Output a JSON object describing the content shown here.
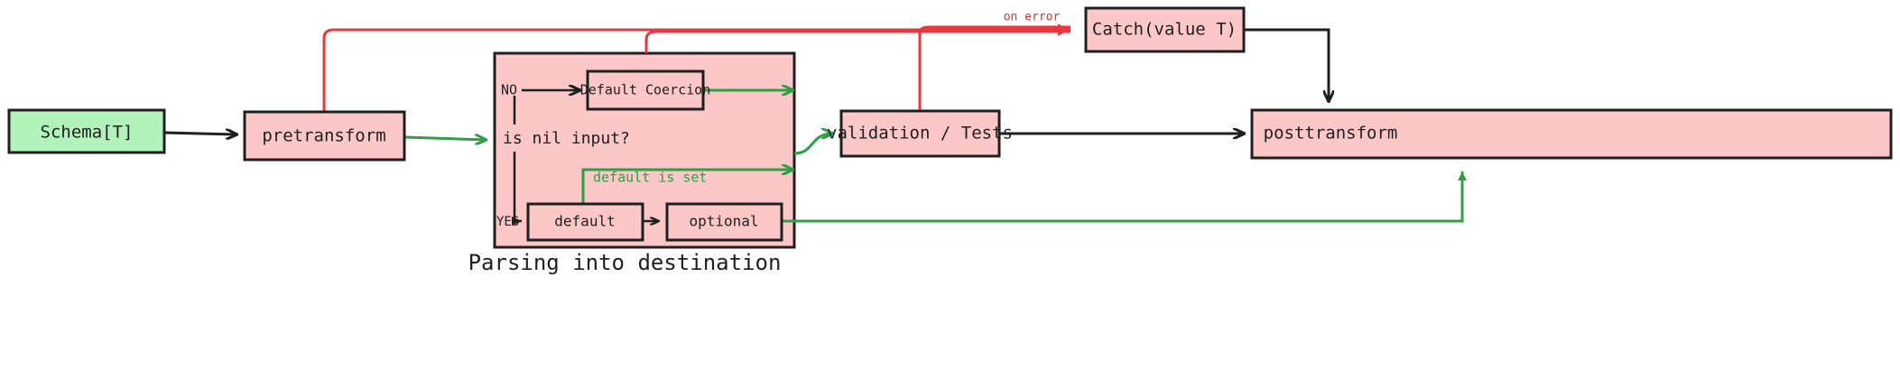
{
  "diagram": {
    "title": "Schema parsing pipeline flowchart",
    "caption": "Parsing into destination",
    "colors": {
      "green_fill": "#b2f2bb",
      "pink_fill": "#fbc7c7",
      "stroke": "#1f1f1f",
      "green_edge": "#2f9e44",
      "red_edge": "#e8383d"
    },
    "nodes": [
      {
        "id": "schema",
        "label": "Schema[T]",
        "fill": "green_fill"
      },
      {
        "id": "pretransform",
        "label": "pretransform",
        "fill": "pink_fill"
      },
      {
        "id": "decision",
        "label": "is nil input?",
        "fill": "pink_fill"
      },
      {
        "id": "coercion",
        "label": "Default Coercion",
        "fill": "pink_fill"
      },
      {
        "id": "default",
        "label": "default",
        "fill": "pink_fill"
      },
      {
        "id": "optional",
        "label": "optional",
        "fill": "pink_fill"
      },
      {
        "id": "validation",
        "label": "validation / Tests",
        "fill": "pink_fill"
      },
      {
        "id": "catch",
        "label": "Catch(value T)",
        "fill": "pink_fill"
      },
      {
        "id": "posttransform",
        "label": "posttransform",
        "fill": "pink_fill"
      }
    ],
    "branch_labels": {
      "no": "NO",
      "yes": "YES"
    },
    "edge_labels": {
      "default_is_set": "default is set",
      "on_error": "on error"
    }
  }
}
